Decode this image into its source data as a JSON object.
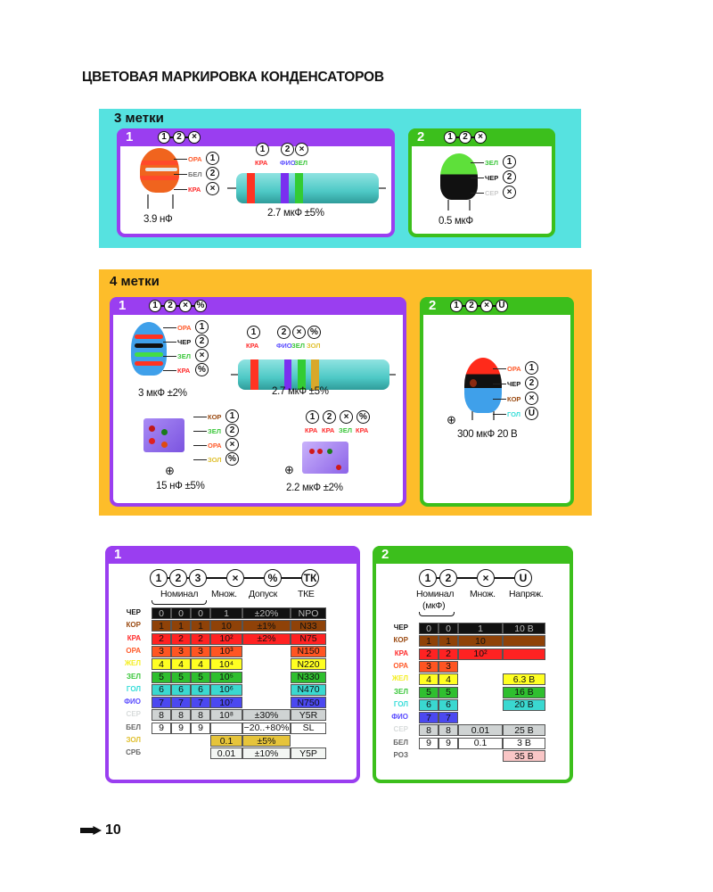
{
  "page_title": "ЦВЕТОВАЯ МАРКИРОВКА КОНДЕНСАТОРОВ",
  "page_number": "10",
  "colors": {
    "cyan_panel": "#56e2e0",
    "orange_panel": "#fdbd2a",
    "purple": "#9a3ef0",
    "green": "#3cbf1c"
  },
  "three_marks": {
    "heading": "3 метки",
    "box1": {
      "number": "1",
      "code": [
        "1",
        "2",
        "×"
      ],
      "disc": {
        "labels": [
          "ОРА",
          "БЕЛ",
          "КРА"
        ],
        "symbols": [
          "1",
          "2",
          "×"
        ],
        "value": "3.9 нФ"
      },
      "tubular": {
        "symbols": [
          "1",
          "2",
          "×"
        ],
        "labels": [
          "КРА",
          "ФИО",
          "ЗЕЛ"
        ],
        "value": "2.7 мкФ ±5%"
      }
    },
    "box2": {
      "number": "2",
      "code": [
        "1",
        "2",
        "×"
      ],
      "disc": {
        "labels": [
          "ЗЕЛ",
          "ЧЕР",
          "СЕР"
        ],
        "symbols": [
          "1",
          "2",
          "×"
        ],
        "value": "0.5 мкФ"
      }
    }
  },
  "four_marks": {
    "heading": "4 метки",
    "box1": {
      "number": "1",
      "code": [
        "1",
        "2",
        "×",
        "%"
      ],
      "disc": {
        "labels": [
          "ОРА",
          "ЧЕР",
          "ЗЕЛ",
          "КРА"
        ],
        "symbols": [
          "1",
          "2",
          "×",
          "%"
        ],
        "value": "3 мкФ ±2%"
      },
      "tubular": {
        "symbols": [
          "1",
          "2",
          "×",
          "%"
        ],
        "labels": [
          "КРА",
          "ФИО",
          "ЗЕЛ",
          "ЗОЛ"
        ],
        "value": "2.7 мкФ ±5%"
      },
      "cube1": {
        "labels": [
          "КОР",
          "ЗЕЛ",
          "ОРА",
          "ЗОЛ"
        ],
        "symbols": [
          "1",
          "2",
          "×",
          "%"
        ],
        "plus": "⊕",
        "value": "15 нФ ±5%"
      },
      "cube2": {
        "symbols": [
          "1",
          "2",
          "×",
          "%"
        ],
        "labels": [
          "КРА",
          "КРА",
          "ЗЕЛ",
          "КРА"
        ],
        "plus": "⊕",
        "value": "2.2 мкФ ±2%"
      }
    },
    "box2": {
      "number": "2",
      "code": [
        "1",
        "2",
        "×",
        "U"
      ],
      "tantalum": {
        "labels": [
          "ОРА",
          "ЧЕР",
          "КОР",
          "ГОЛ"
        ],
        "symbols": [
          "1",
          "2",
          "×",
          "U"
        ],
        "plus": "⊕",
        "value": "300 мкФ  20 В"
      }
    }
  },
  "table1": {
    "number": "1",
    "code": [
      "1",
      "2",
      "3",
      "×",
      "%",
      "ТК"
    ],
    "headers": [
      "Номинал",
      "Множ.",
      "Допуск",
      "ТКЕ"
    ],
    "rows": [
      {
        "label": "ЧЕР",
        "label_color": "#111111",
        "fill": "#111111",
        "text": "#bbbbbb",
        "cells": [
          "0",
          "0",
          "0",
          "1",
          "±20%",
          "NPO"
        ]
      },
      {
        "label": "КОР",
        "label_color": "#9a4a12",
        "fill": "#8f4208",
        "text": "#111111",
        "cells": [
          "1",
          "1",
          "1",
          "10",
          "±1%",
          "N33"
        ]
      },
      {
        "label": "КРА",
        "label_color": "#ff2b2b",
        "fill": "#ff2222",
        "text": "#111111",
        "cells": [
          "2",
          "2",
          "2",
          "10²",
          "±2%",
          "N75"
        ]
      },
      {
        "label": "ОРА",
        "label_color": "#ff5a2a",
        "fill": "#ff5522",
        "text": "#111111",
        "cells": [
          "3",
          "3",
          "3",
          "10³",
          null,
          "N150"
        ]
      },
      {
        "label": "ЖЕЛ",
        "label_color": "#f4ee20",
        "fill": "#ffff22",
        "text": "#111111",
        "cells": [
          "4",
          "4",
          "4",
          "10⁴",
          null,
          "N220"
        ]
      },
      {
        "label": "ЗЕЛ",
        "label_color": "#38c638",
        "fill": "#2fbf2f",
        "text": "#111111",
        "cells": [
          "5",
          "5",
          "5",
          "10⁵",
          null,
          "N330"
        ]
      },
      {
        "label": "ГОЛ",
        "label_color": "#35dcd8",
        "fill": "#3ad8d0",
        "text": "#111111",
        "cells": [
          "6",
          "6",
          "6",
          "10⁶",
          null,
          "N470"
        ]
      },
      {
        "label": "ФИО",
        "label_color": "#5a4cff",
        "fill": "#4b48f0",
        "text": "#111111",
        "cells": [
          "7",
          "7",
          "7",
          "10⁷",
          null,
          "N750"
        ]
      },
      {
        "label": "СЕР",
        "label_color": "#d8dcdc",
        "fill": "#cfd3d3",
        "text": "#111111",
        "cells": [
          "8",
          "8",
          "8",
          "10⁸",
          "±30%",
          "Y5R"
        ]
      },
      {
        "label": "БЕЛ",
        "label_color": "#666666",
        "fill": "#ffffff",
        "text": "#111111",
        "cells": [
          "9",
          "9",
          "9",
          "",
          "−20..+80%",
          "SL"
        ]
      },
      {
        "label": "ЗОЛ",
        "label_color": "#e0c030",
        "fill": "#e6c43a",
        "text": "#111111",
        "cells": [
          null,
          null,
          null,
          "0.1",
          "±5%",
          null
        ]
      },
      {
        "label": "СРБ",
        "label_color": "#666666",
        "fill": "#f3f6f3",
        "text": "#111111",
        "cells": [
          null,
          null,
          null,
          "0.01",
          "±10%",
          "Y5P"
        ]
      }
    ]
  },
  "table2": {
    "number": "2",
    "code": [
      "1",
      "2",
      "×",
      "U"
    ],
    "headers": [
      "Номинал",
      "(мкФ)",
      "Множ.",
      "Напряж."
    ],
    "rows": [
      {
        "label": "ЧЕР",
        "label_color": "#111111",
        "fill": "#111111",
        "text": "#bbbbbb",
        "cells": [
          "0",
          "0",
          "1",
          "10 В"
        ]
      },
      {
        "label": "КОР",
        "label_color": "#9a4a12",
        "fill": "#8f4208",
        "text": "#111111",
        "cells": [
          "1",
          "1",
          "10",
          ""
        ]
      },
      {
        "label": "КРА",
        "label_color": "#ff2b2b",
        "fill": "#ff2222",
        "text": "#111111",
        "cells": [
          "2",
          "2",
          "10²",
          ""
        ]
      },
      {
        "label": "ОРА",
        "label_color": "#ff5a2a",
        "fill": "#ff5522",
        "text": "#111111",
        "cells": [
          "3",
          "3",
          null,
          null
        ]
      },
      {
        "label": "ЖЕЛ",
        "label_color": "#f4ee20",
        "fill": "#ffff22",
        "text": "#111111",
        "cells": [
          "4",
          "4",
          null,
          "6.3 В"
        ]
      },
      {
        "label": "ЗЕЛ",
        "label_color": "#38c638",
        "fill": "#2fbf2f",
        "text": "#111111",
        "cells": [
          "5",
          "5",
          null,
          "16 В"
        ]
      },
      {
        "label": "ГОЛ",
        "label_color": "#35dcd8",
        "fill": "#3ad8d0",
        "text": "#111111",
        "cells": [
          "6",
          "6",
          null,
          "20 В"
        ]
      },
      {
        "label": "ФИО",
        "label_color": "#5a4cff",
        "fill": "#4b48f0",
        "text": "#111111",
        "cells": [
          "7",
          "7",
          null,
          null
        ]
      },
      {
        "label": "СЕР",
        "label_color": "#d8dcdc",
        "fill": "#cfd3d3",
        "text": "#111111",
        "cells": [
          "8",
          "8",
          "0.01",
          "25 В"
        ]
      },
      {
        "label": "БЕЛ",
        "label_color": "#666666",
        "fill": "#ffffff",
        "text": "#111111",
        "cells": [
          "9",
          "9",
          "0.1",
          "3 В"
        ]
      },
      {
        "label": "РОЗ",
        "label_color": "#666666",
        "fill": "#f9c6c6",
        "text": "#111111",
        "cells": [
          null,
          null,
          null,
          "35 В"
        ]
      }
    ]
  }
}
